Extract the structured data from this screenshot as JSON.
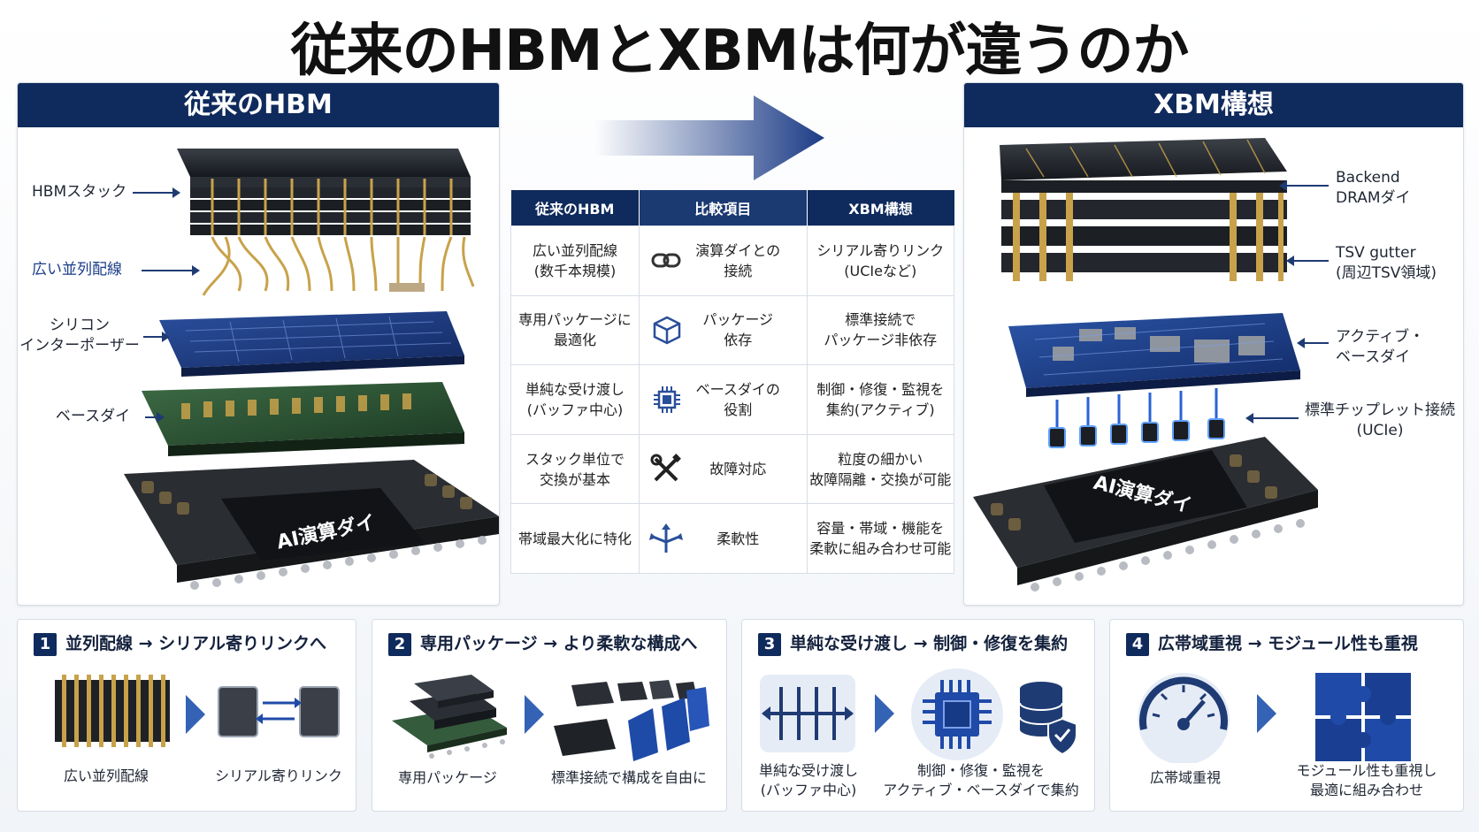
{
  "title": "従来のHBMとXBMは何が違うのか",
  "left_panel": {
    "heading": "従来のHBM",
    "labels": {
      "stack": "HBMスタック",
      "wiring": "広い並列配線",
      "interposer_1": "シリコン",
      "interposer_2": "インターポーザー",
      "base": "ベースダイ",
      "chip": "AI演算ダイ"
    }
  },
  "right_panel": {
    "heading": "XBM構想",
    "labels": {
      "backend_1": "Backend",
      "backend_2": "DRAMダイ",
      "tsv_1": "TSV gutter",
      "tsv_2": "(周辺TSV領域)",
      "active_1": "アクティブ・",
      "active_2": "ベースダイ",
      "ucie_1": "標準チップレット接続",
      "ucie_2": "(UCIe)",
      "chip": "AI演算ダイ"
    }
  },
  "table": {
    "headers": [
      "従来のHBM",
      "比較項目",
      "XBM構想"
    ],
    "rows": [
      {
        "left": [
          "広い並列配線",
          "(数千本規模)"
        ],
        "icon": "link-icon",
        "mid": [
          "演算ダイとの",
          "接続"
        ],
        "right": [
          "シリアル寄りリンク",
          "(UCIeなど)"
        ]
      },
      {
        "left": [
          "専用パッケージに",
          "最適化"
        ],
        "icon": "cube-icon",
        "mid": [
          "パッケージ",
          "依存"
        ],
        "right": [
          "標準接続で",
          "パッケージ非依存"
        ]
      },
      {
        "left": [
          "単純な受け渡し",
          "(バッファ中心)"
        ],
        "icon": "chip-icon",
        "mid": [
          "ベースダイの",
          "役割"
        ],
        "right": [
          "制御・修復・監視を",
          "集約(アクティブ)"
        ]
      },
      {
        "left": [
          "スタック単位で",
          "交換が基本"
        ],
        "icon": "tools-icon",
        "mid": [
          "故障対応"
        ],
        "right": [
          "粒度の細かい",
          "故障隔離・交換が可能"
        ]
      },
      {
        "left": [
          "帯域最大化に特化"
        ],
        "icon": "branch-arrows-icon",
        "mid": [
          "柔軟性"
        ],
        "right": [
          "容量・帯域・機能を",
          "柔軟に組み合わせ可能"
        ]
      }
    ]
  },
  "steps": [
    {
      "num": "1",
      "title": "並列配線 → シリアル寄りリンクへ",
      "cap_left": [
        "広い並列配線"
      ],
      "cap_right": [
        "シリアル寄りリンク"
      ]
    },
    {
      "num": "2",
      "title": "専用パッケージ → より柔軟な構成へ",
      "cap_left": [
        "専用パッケージ"
      ],
      "cap_right": [
        "標準接続で構成を自由に"
      ]
    },
    {
      "num": "3",
      "title": "単純な受け渡し → 制御・修復を集約",
      "cap_left": [
        "単純な受け渡し",
        "(バッファ中心)"
      ],
      "cap_right": [
        "制御・修復・監視を",
        "アクティブ・ベースダイで集約"
      ]
    },
    {
      "num": "4",
      "title": "広帯域重視 → モジュール性も重視",
      "cap_left": [
        "広帯域重視"
      ],
      "cap_right": [
        "モジュール性も重視し",
        "最適に組み合わせ"
      ]
    }
  ],
  "colors": {
    "navy": "#0f2a5c",
    "accent": "#1f4aa8",
    "gold": "#c8a24a"
  }
}
